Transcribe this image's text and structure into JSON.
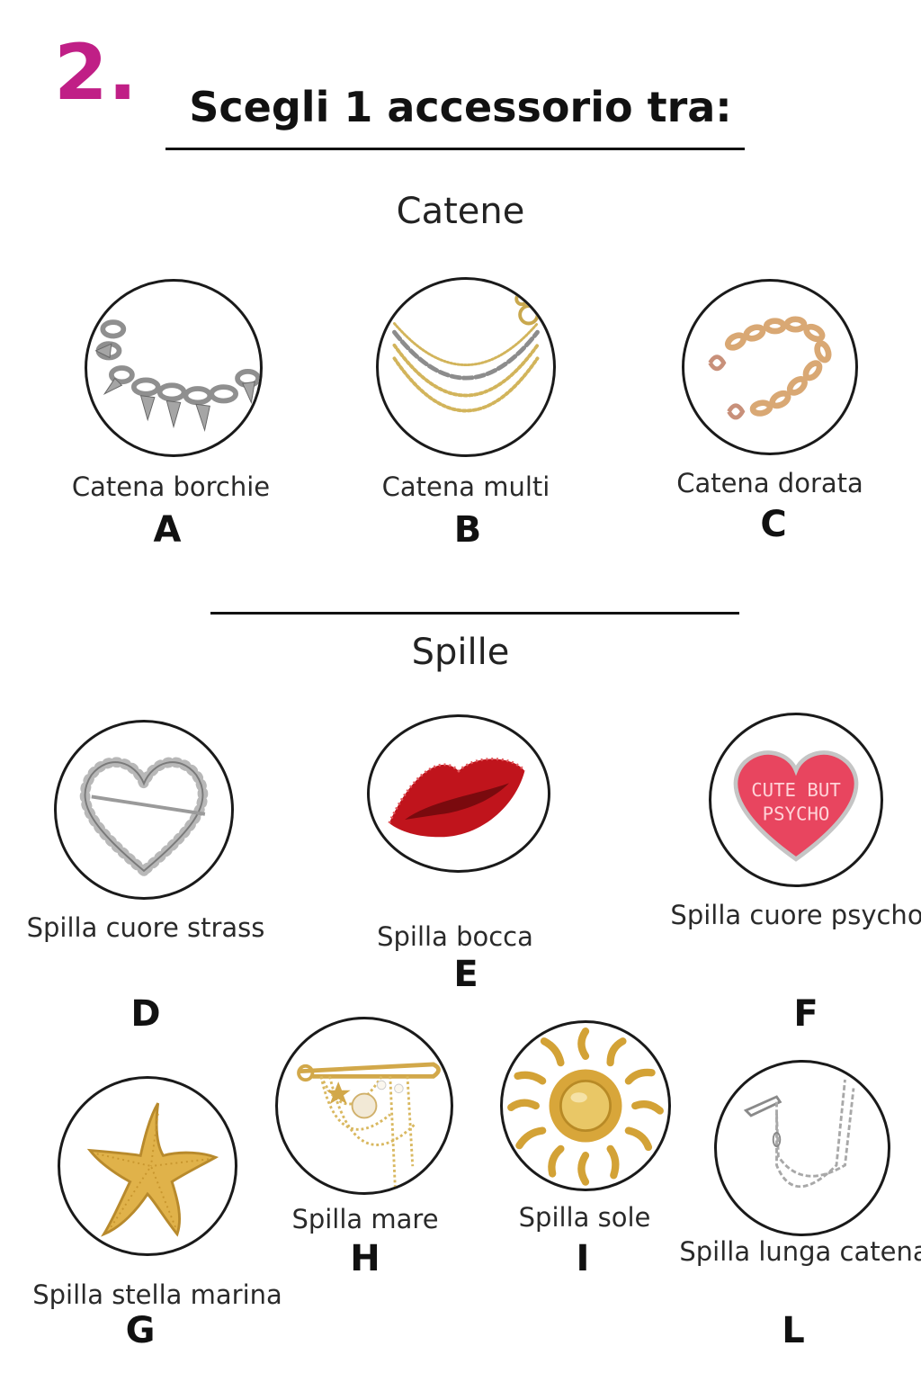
{
  "step": "2.",
  "title": "Scegli 1 accessorio tra:",
  "sections": {
    "chains": "Catene",
    "pins": "Spille"
  },
  "items": [
    {
      "name": "Catena borchie",
      "letter": "A",
      "icon": "studded-chain"
    },
    {
      "name": "Catena multi",
      "letter": "B",
      "icon": "multi-layer-chain"
    },
    {
      "name": "Catena dorata",
      "letter": "C",
      "icon": "gold-chain"
    },
    {
      "name": "Spilla cuore strass",
      "letter": "D",
      "icon": "rhinestone-heart"
    },
    {
      "name": "Spilla bocca",
      "letter": "E",
      "icon": "red-lips"
    },
    {
      "name": "Spilla cuore psycho",
      "letter": "F",
      "icon": "pink-heart-pin",
      "pin_text_1": "CUTE BUT",
      "pin_text_2": "PSYCHO"
    },
    {
      "name": "Spilla stella marina",
      "letter": "G",
      "icon": "starfish"
    },
    {
      "name": "Spilla mare",
      "letter": "H",
      "icon": "sea-safety-pin"
    },
    {
      "name": "Spilla sole",
      "letter": "I",
      "icon": "sun"
    },
    {
      "name": "Spilla lunga catena",
      "letter": "L",
      "icon": "long-chain-pin"
    }
  ],
  "colors": {
    "step": "#c01f86",
    "gold": "#d9ae4a",
    "silver": "#9a9a9a",
    "red": "#c0141c",
    "pink": "#e8455f"
  }
}
